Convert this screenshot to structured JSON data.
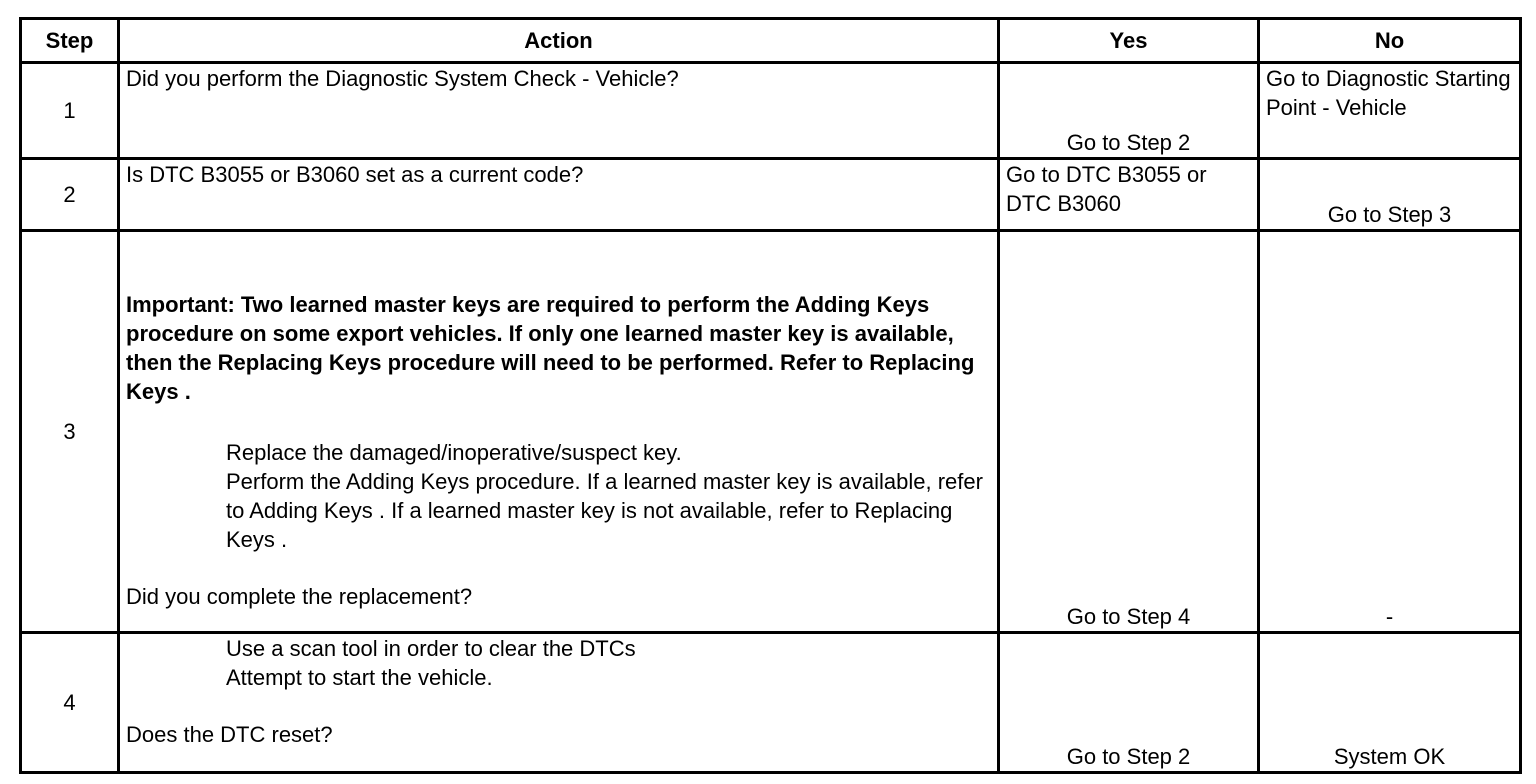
{
  "headers": {
    "step": "Step",
    "action": "Action",
    "yes": "Yes",
    "no": "No"
  },
  "rows": [
    {
      "step": "1",
      "action_question": "Did you perform the Diagnostic System Check - Vehicle?",
      "yes": "Go to Step 2",
      "no": "Go to Diagnostic Starting Point - Vehicle"
    },
    {
      "step": "2",
      "action_question": "Is DTC B3055 or B3060 set as a current code?",
      "yes": "Go to DTC B3055 or DTC B3060",
      "no": "Go to Step 3"
    },
    {
      "step": "3",
      "important": "Important: Two learned master keys are required to perform the Adding Keys procedure on some export vehicles. If only one learned master key is available, then the Replacing Keys procedure will need to be performed. Refer to Replacing Keys .",
      "instructions": [
        "Replace the damaged/inoperative/suspect key.",
        "Perform the Adding Keys procedure. If a learned master key is available, refer to Adding Keys . If a learned master key is not available, refer to Replacing Keys ."
      ],
      "action_question": "Did you complete the replacement?",
      "yes": "Go to Step 4",
      "no": "-"
    },
    {
      "step": "4",
      "instructions": [
        "Use a scan tool in order to clear the DTCs",
        "Attempt to start the vehicle."
      ],
      "action_question": "Does the DTC reset?",
      "yes": "Go to Step 2",
      "no": "System OK"
    }
  ]
}
